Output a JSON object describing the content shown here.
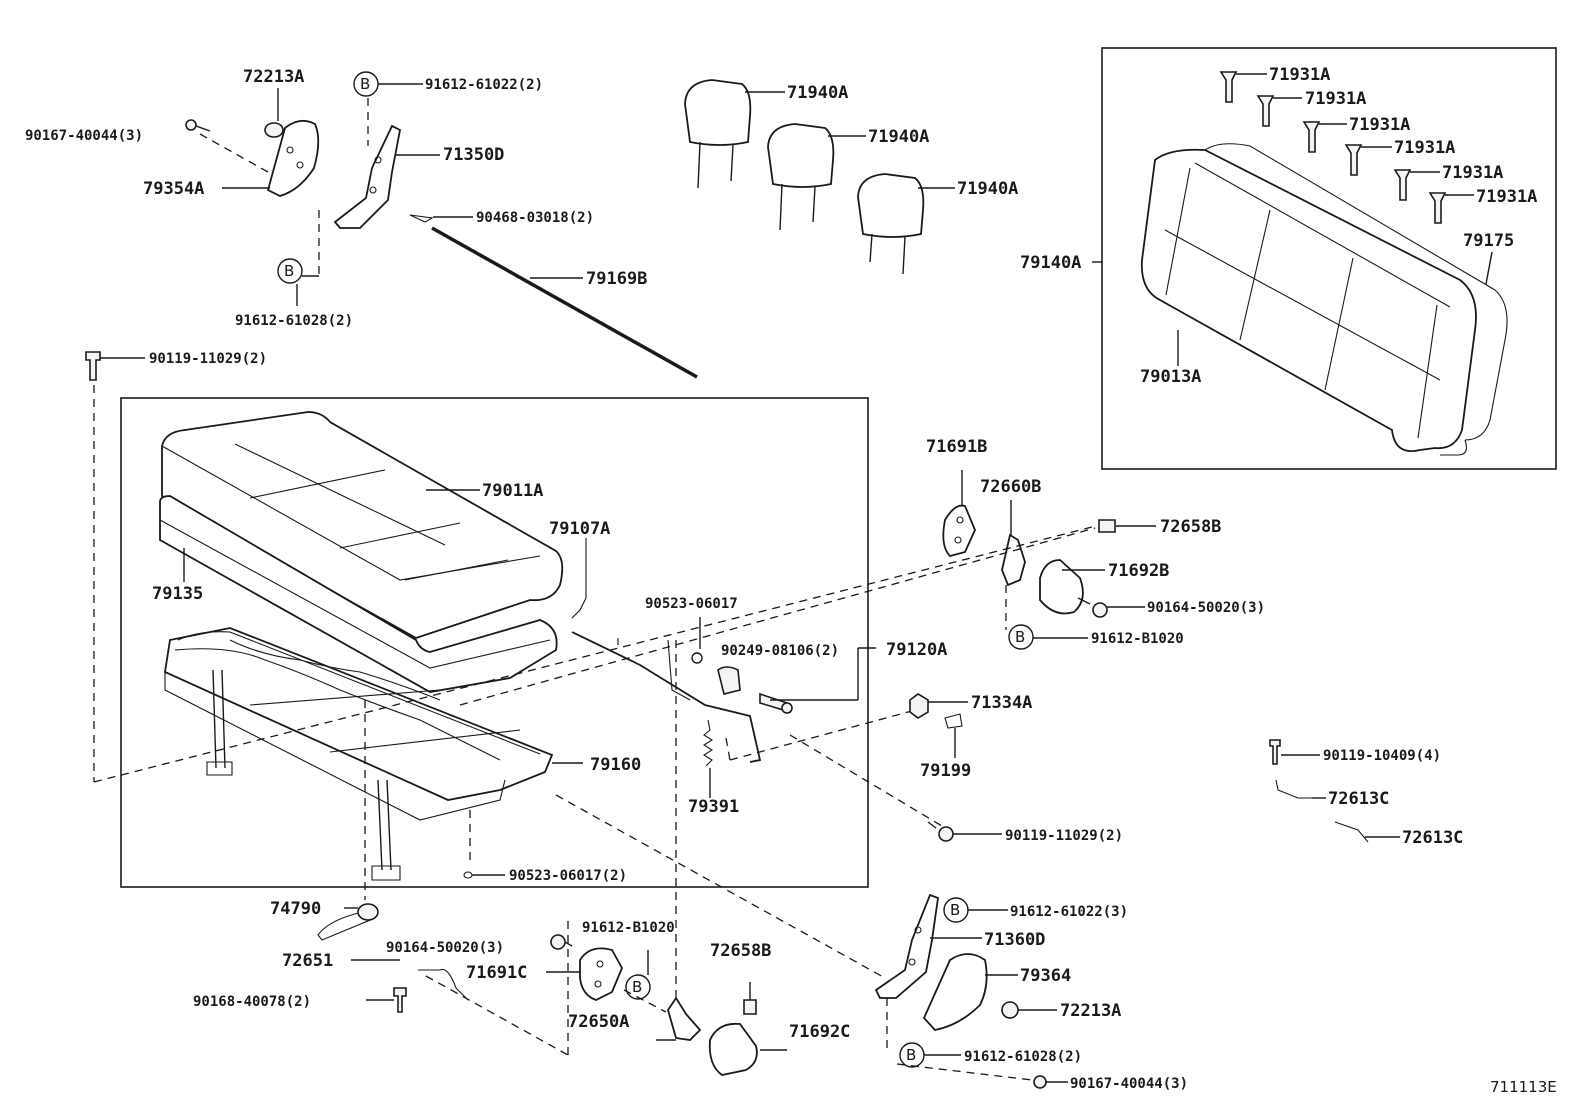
{
  "diagram_code": "711113E",
  "ref_letter": "B",
  "labels": {
    "p72213A_top": "72213A",
    "p91612_61022_top": "91612-61022(2)",
    "p90167_40044_top": "90167-40044(3)",
    "p71350D": "71350D",
    "p79354A": "79354A",
    "p90468_03018": "90468-03018(2)",
    "p91612_61028_top": "91612-61028(2)",
    "p79169B": "79169B",
    "p90119_11029_left": "90119-11029(2)",
    "p71940A_1": "71940A",
    "p71940A_2": "71940A",
    "p71940A_3": "71940A",
    "p71931A_1": "71931A",
    "p71931A_2": "71931A",
    "p71931A_3": "71931A",
    "p71931A_4": "71931A",
    "p71931A_5": "71931A",
    "p71931A_6": "71931A",
    "p79140A": "79140A",
    "p79175": "79175",
    "p79013A": "79013A",
    "p79011A": "79011A",
    "p79135": "79135",
    "p79107A": "79107A",
    "p90523_06017_mid": "90523-06017",
    "p90249_08106": "90249-08106(2)",
    "p79120A": "79120A",
    "p79160": "79160",
    "p79391": "79391",
    "p90523_06017_bot": "90523-06017(2)",
    "p71691B": "71691B",
    "p72660B": "72660B",
    "p72658B_top": "72658B",
    "p71692B": "71692B",
    "p90164_50020_right": "90164-50020(3)",
    "p91612_B1020_right": "91612-B1020",
    "p71334A": "71334A",
    "p79199": "79199",
    "p90119_11029_right": "90119-11029(2)",
    "p90119_10409": "90119-10409(4)",
    "p72613C_1": "72613C",
    "p72613C_2": "72613C",
    "p74790": "74790",
    "p90164_50020_bot": "90164-50020(3)",
    "p91612_B1020_bot": "91612-B1020",
    "p72651": "72651",
    "p71691C": "71691C",
    "p90168_40078": "90168-40078(2)",
    "p72658B_bot": "72658B",
    "p72650A": "72650A",
    "p71692C": "71692C",
    "p91612_61022_bot": "91612-61022(3)",
    "p71360D": "71360D",
    "p79364": "79364",
    "p72213A_bot": "72213A",
    "p91612_61028_bot": "91612-61028(2)",
    "p90167_40044_bot": "90167-40044(3)"
  }
}
